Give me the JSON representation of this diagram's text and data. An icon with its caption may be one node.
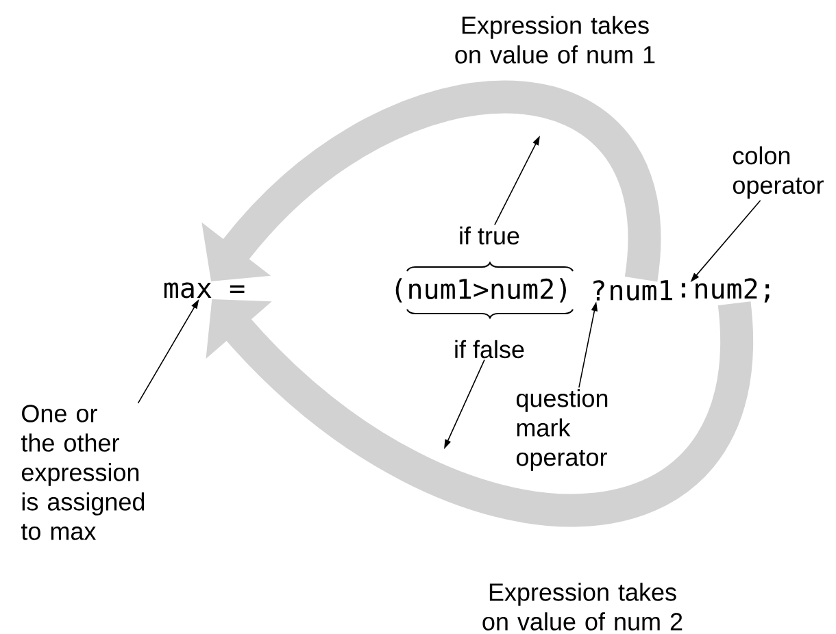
{
  "diagram": {
    "nodes": [
      {
        "text": [
          "max ="
        ]
      },
      {
        "text": [
          "(num1>num2)"
        ]
      },
      {
        "text": [
          "?"
        ]
      },
      {
        "text": [
          "num1"
        ]
      },
      {
        "text": [
          ":"
        ]
      },
      {
        "text": [
          "num2;"
        ]
      },
      {
        "text": [
          "if true"
        ]
      },
      {
        "text": [
          "if false"
        ]
      },
      {
        "text": [
          "colon operator"
        ]
      },
      {
        "text": [
          "question mark operator"
        ]
      },
      {
        "text": [
          "One or the other expression is assigned to max"
        ]
      }
    ],
    "edges": [
      {
        "from": 3,
        "to": 0,
        "arrow": "to",
        "style": "thick",
        "color": "#d2d2d2"
      },
      {
        "from": 5,
        "to": 0,
        "arrow": "to",
        "style": "thick",
        "color": "#d2d2d2"
      },
      {
        "from": 6,
        "to": null,
        "arrow": "to"
      },
      {
        "from": 7,
        "to": null,
        "arrow": "to"
      },
      {
        "from": 8,
        "to": 4,
        "arrow": "to"
      },
      {
        "from": 9,
        "to": 2,
        "arrow": "to"
      },
      {
        "from": 10,
        "to": 0,
        "arrow": "to"
      }
    ],
    "labels": [
      "Expression takes on value of num 1",
      "Expression takes on value of num 2"
    ]
  }
}
